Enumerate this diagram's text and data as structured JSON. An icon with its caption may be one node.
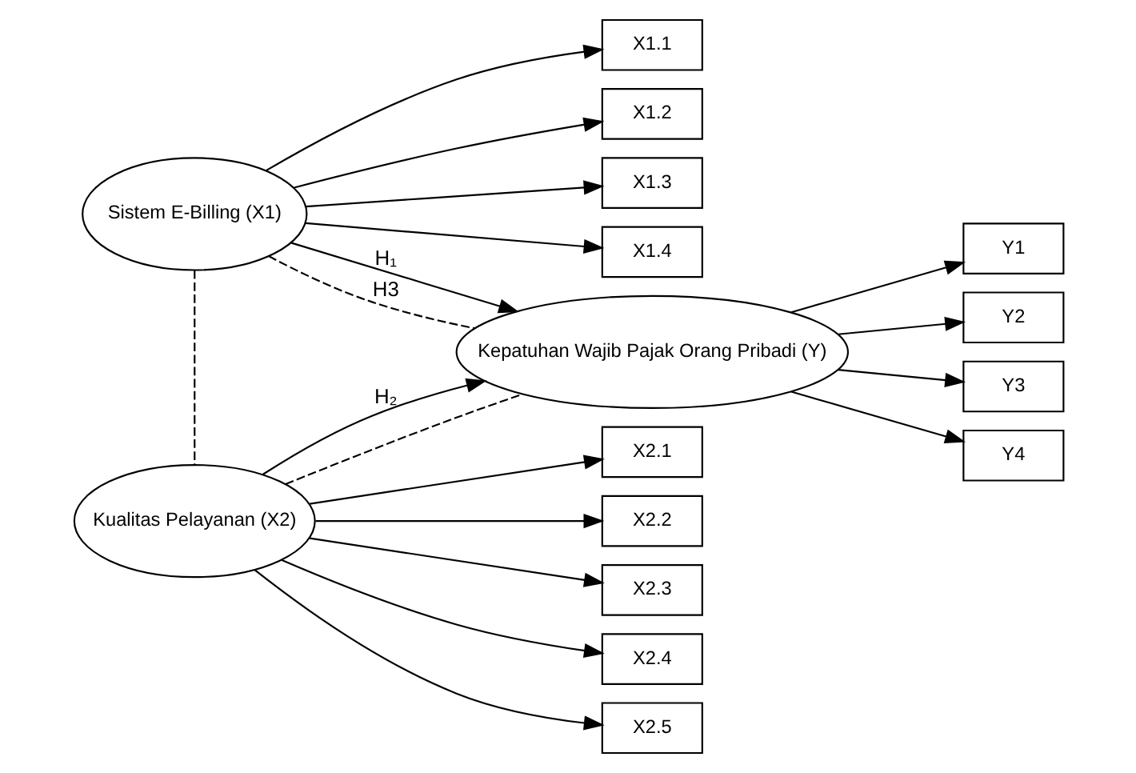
{
  "diagram": {
    "nodes": [
      {
        "text": [
          "Sistem E-Billing (X1)"
        ]
      },
      {
        "text": [
          "X1.1"
        ]
      },
      {
        "text": [
          "X1.2"
        ]
      },
      {
        "text": [
          "X1.3"
        ]
      },
      {
        "text": [
          "X1.4"
        ]
      },
      {
        "text": [
          "Kualitas Pelayanan (X2)"
        ]
      },
      {
        "text": [
          "X2.1"
        ]
      },
      {
        "text": [
          "X2.2"
        ]
      },
      {
        "text": [
          "X2.3"
        ]
      },
      {
        "text": [
          "X2.4"
        ]
      },
      {
        "text": [
          "X2.5"
        ]
      },
      {
        "text": [
          "Kepatuhan Wajib Pajak Orang Pribadi (Y)"
        ]
      },
      {
        "text": [
          "Y1"
        ]
      },
      {
        "text": [
          "Y2"
        ]
      },
      {
        "text": [
          "Y3"
        ]
      },
      {
        "text": [
          "Y4"
        ]
      }
    ],
    "edges": [
      {
        "from": 0,
        "to": 1,
        "arrow": "to"
      },
      {
        "from": 0,
        "to": 2,
        "arrow": "to"
      },
      {
        "from": 0,
        "to": 3,
        "arrow": "to"
      },
      {
        "from": 0,
        "to": 4,
        "arrow": "to"
      },
      {
        "from": 5,
        "to": 6,
        "arrow": "to"
      },
      {
        "from": 5,
        "to": 7,
        "arrow": "to"
      },
      {
        "from": 5,
        "to": 8,
        "arrow": "to"
      },
      {
        "from": 5,
        "to": 9,
        "arrow": "to"
      },
      {
        "from": 5,
        "to": 10,
        "arrow": "to"
      },
      {
        "from": 0,
        "to": 11,
        "arrow": "to",
        "label": "H₁"
      },
      {
        "from": 5,
        "to": 11,
        "arrow": "to",
        "label": "H₂"
      },
      {
        "from": 0,
        "to": 5,
        "arrow": "none",
        "style": "dashed"
      },
      {
        "from": 0,
        "to": 11,
        "arrow": "none",
        "style": "dashed",
        "label": "H3"
      },
      {
        "from": 5,
        "to": 11,
        "arrow": "none",
        "style": "dashed"
      },
      {
        "from": 11,
        "to": 12,
        "arrow": "to"
      },
      {
        "from": 11,
        "to": 13,
        "arrow": "to"
      },
      {
        "from": 11,
        "to": 14,
        "arrow": "to"
      },
      {
        "from": 11,
        "to": 15,
        "arrow": "to"
      }
    ]
  }
}
